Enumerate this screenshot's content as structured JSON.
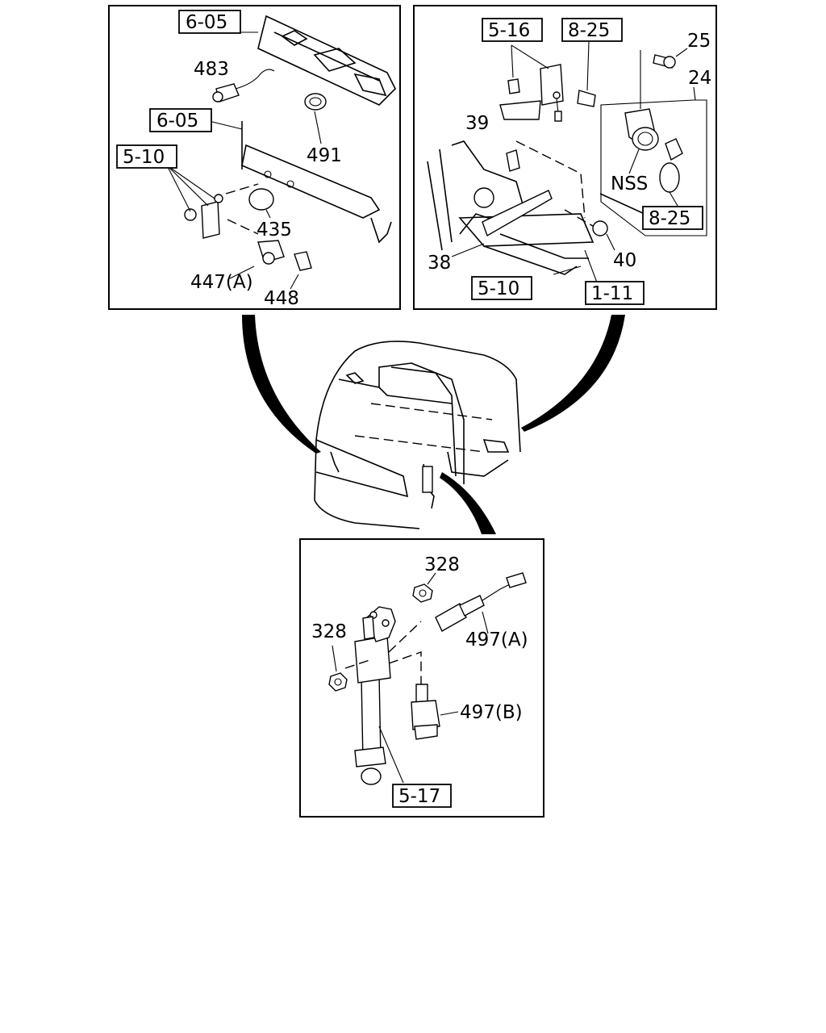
{
  "panels": {
    "top_left": {
      "refs": [
        "6-05",
        "6-05",
        "5-10"
      ],
      "labels": [
        "483",
        "491",
        "435",
        "447(A)",
        "448"
      ]
    },
    "top_right": {
      "refs": [
        "5-16",
        "8-25",
        "8-25",
        "5-10",
        "1-11"
      ],
      "labels": [
        "25",
        "24",
        "39",
        "NSS",
        "38",
        "40"
      ]
    },
    "bottom": {
      "refs": [
        "5-17"
      ],
      "labels": [
        "328",
        "328",
        "497(A)",
        "497(B)"
      ]
    }
  }
}
